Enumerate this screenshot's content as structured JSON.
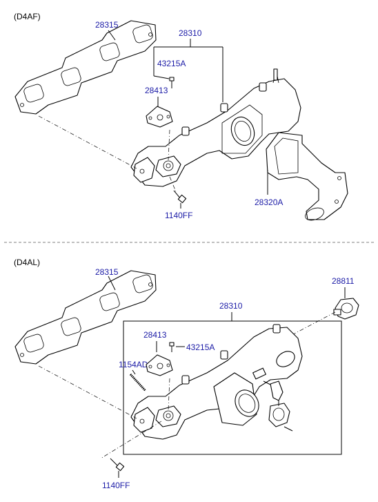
{
  "sections": [
    {
      "variant": "(D4AF)",
      "labels": {
        "gasket": "28315",
        "manifold": "28310",
        "stud": "43215A",
        "plate": "28413",
        "bolt": "1140FF",
        "elbow": "28320A"
      }
    },
    {
      "variant": "(D4AL)",
      "labels": {
        "gasket": "28315",
        "manifold": "28310",
        "stud": "43215A",
        "plate": "28413",
        "pin": "1154AD",
        "bolt": "1140FF",
        "plug": "28811"
      }
    }
  ],
  "colors": {
    "label": "#1a1aa6",
    "line": "#000000"
  }
}
